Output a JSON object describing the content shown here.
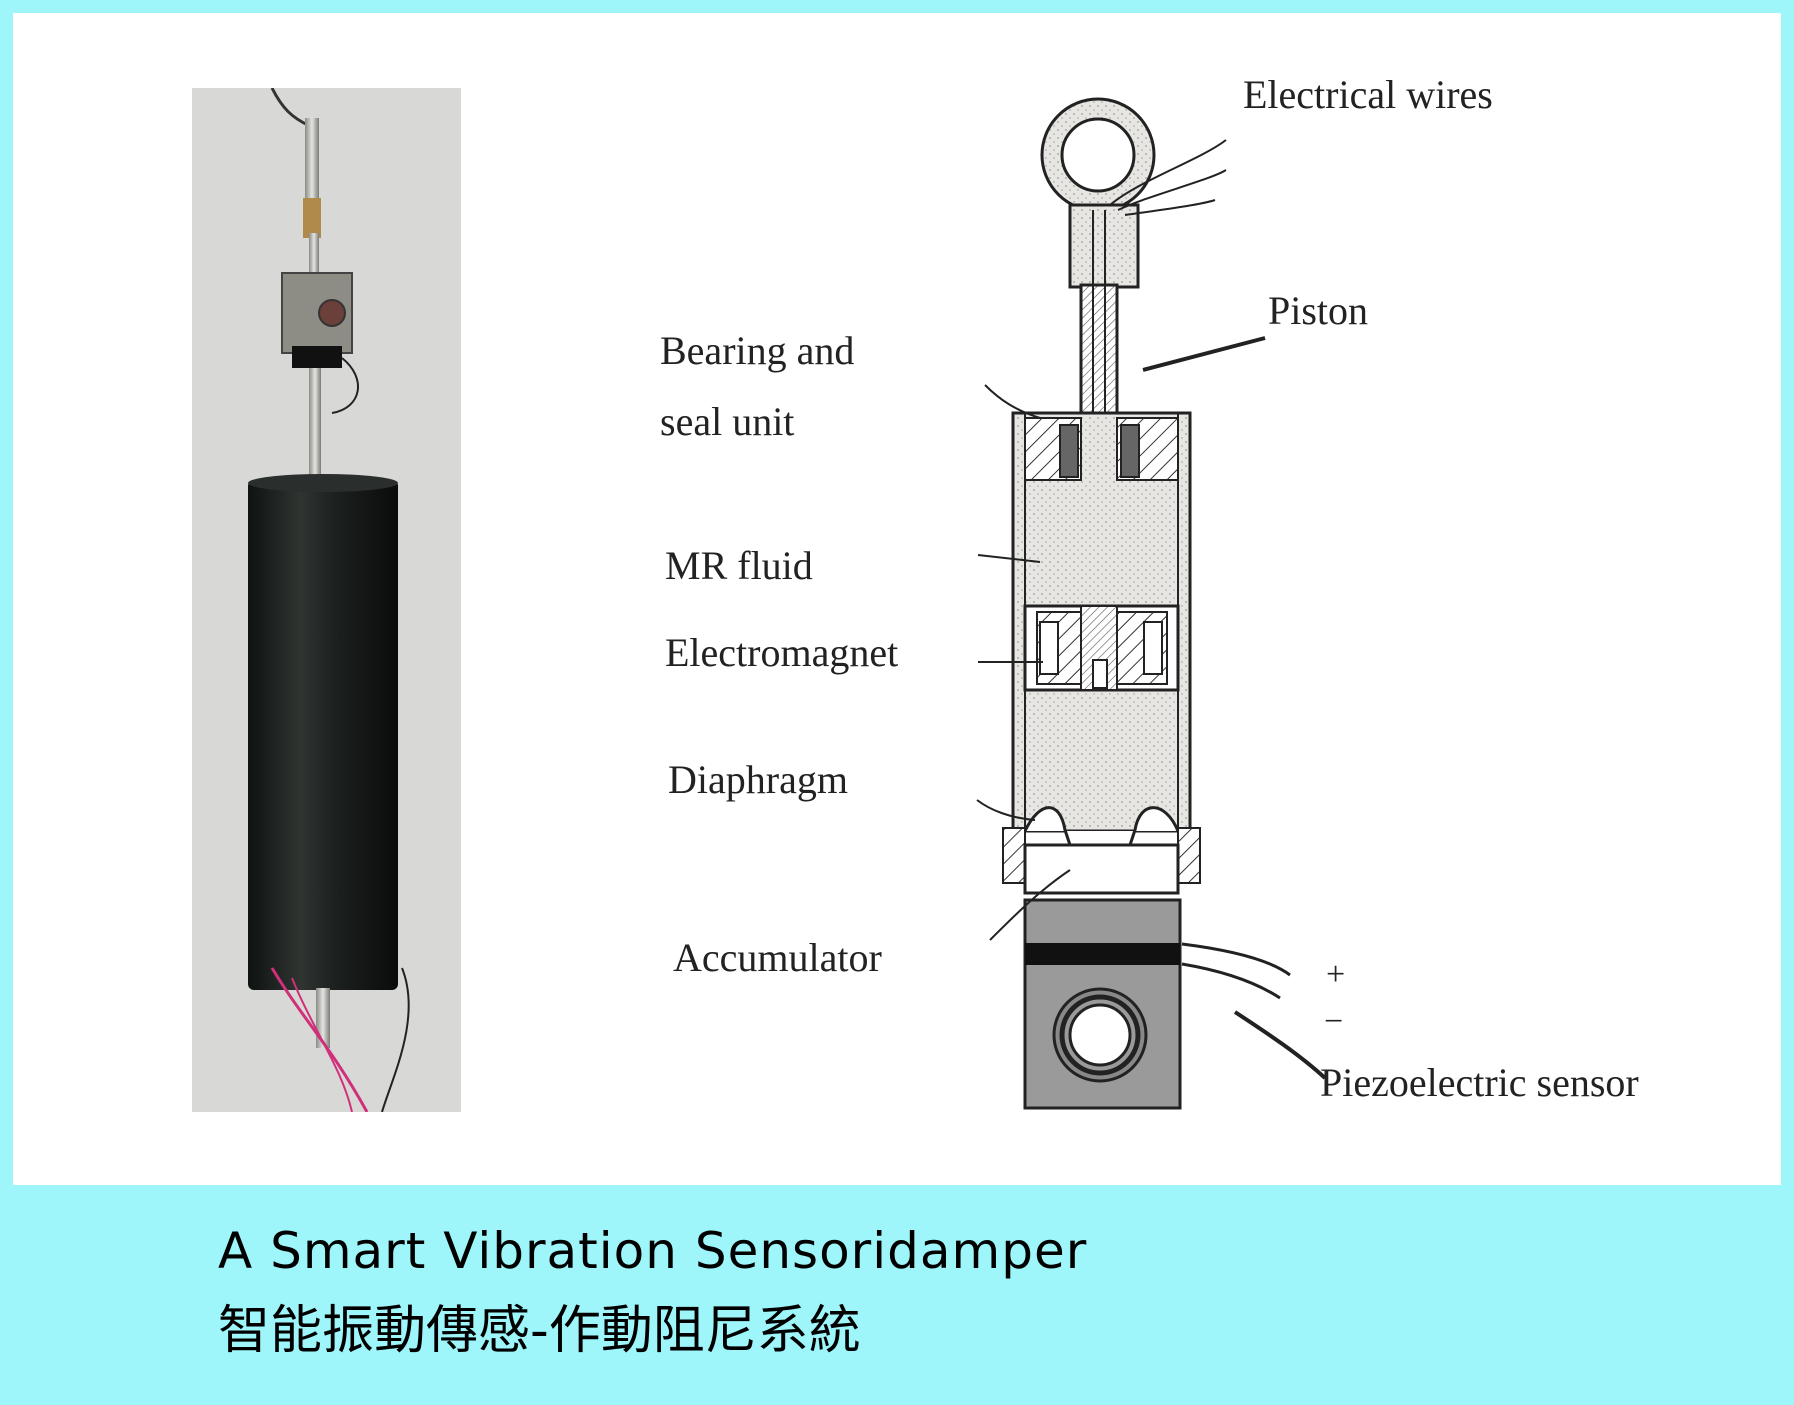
{
  "labels": {
    "electrical_wires": "Electrical wires",
    "piston": "Piston",
    "bearing_line1": "Bearing and",
    "bearing_line2": "seal unit",
    "mr_fluid": "MR fluid",
    "electromagnet": "Electromagnet",
    "diaphragm": "Diaphragm",
    "accumulator": "Accumulator",
    "plus": "+",
    "minus": "−",
    "piezo": "Piezoelectric sensor"
  },
  "caption": {
    "english": "A Smart Vibration Sensoridamper",
    "chinese": "智能振動傳感-作動阻尼系統"
  },
  "colors": {
    "background": "#9ef6fb",
    "panel": "#ffffff",
    "damper_body": "#1d211f",
    "sensor_grey": "#9a9a9a"
  }
}
